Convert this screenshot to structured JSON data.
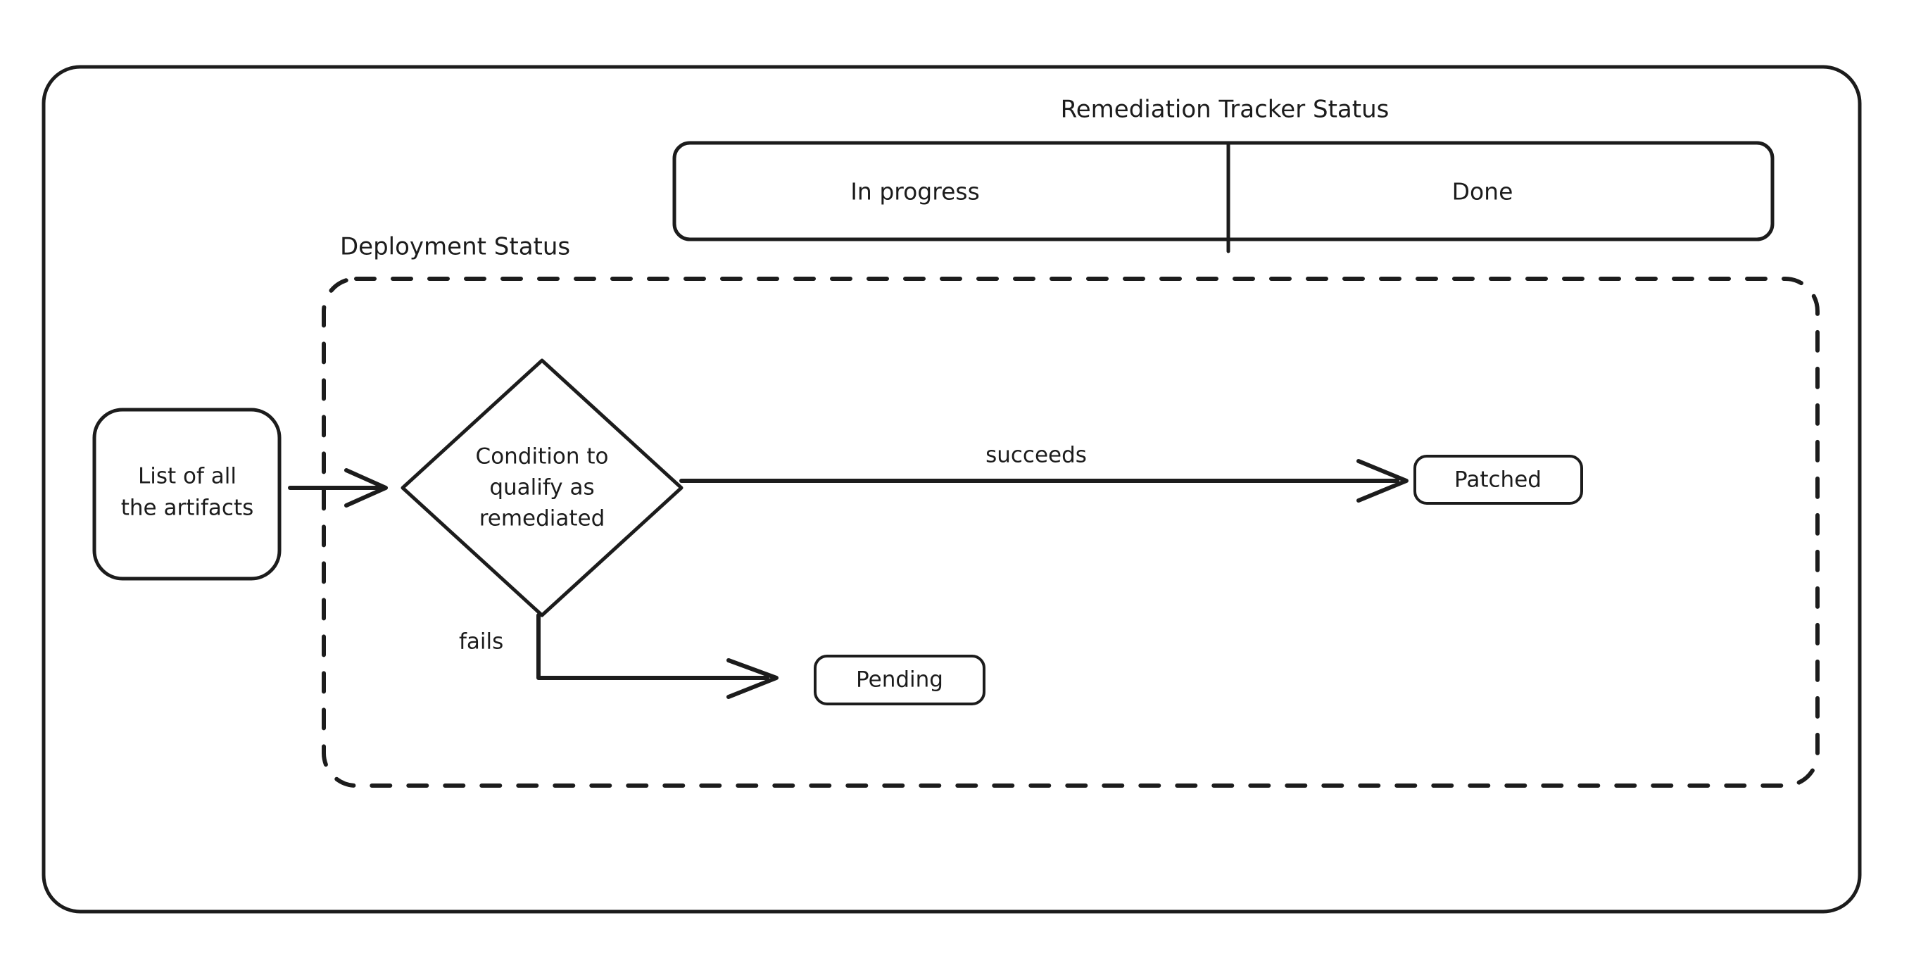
{
  "diagram": {
    "type": "flowchart",
    "style": "hand-drawn",
    "background_color": "#ffffff",
    "stroke_color": "#1c1c1c",
    "outer_frame": {
      "name": "outer-rounded-frame",
      "shape": "rounded-rectangle"
    },
    "tracker": {
      "title": "Remediation Tracker Status",
      "cells": [
        {
          "label": "In progress"
        },
        {
          "label": "Done"
        }
      ]
    },
    "group": {
      "label": "Deployment Status",
      "border": "dashed"
    },
    "nodes": [
      {
        "id": "artifacts",
        "label": "List of all\nthe artifacts",
        "shape": "rounded-rectangle"
      },
      {
        "id": "condition",
        "label": "Condition to\nqualify as\nremediated",
        "shape": "diamond"
      },
      {
        "id": "patched",
        "label": "Patched",
        "shape": "rounded-rectangle"
      },
      {
        "id": "pending",
        "label": "Pending",
        "shape": "rounded-rectangle"
      }
    ],
    "node_labels": {
      "artifacts_line1": "List of all",
      "artifacts_line2": "the artifacts",
      "condition_line1": "Condition to",
      "condition_line2": "qualify as",
      "condition_line3": "remediated",
      "patched": "Patched",
      "pending": "Pending"
    },
    "edges": [
      {
        "from": "artifacts",
        "to": "condition",
        "label": ""
      },
      {
        "from": "condition",
        "to": "patched",
        "label": "succeeds"
      },
      {
        "from": "condition",
        "to": "pending",
        "label": "fails"
      }
    ],
    "edge_labels": {
      "succeeds": "succeeds",
      "fails": "fails"
    }
  }
}
